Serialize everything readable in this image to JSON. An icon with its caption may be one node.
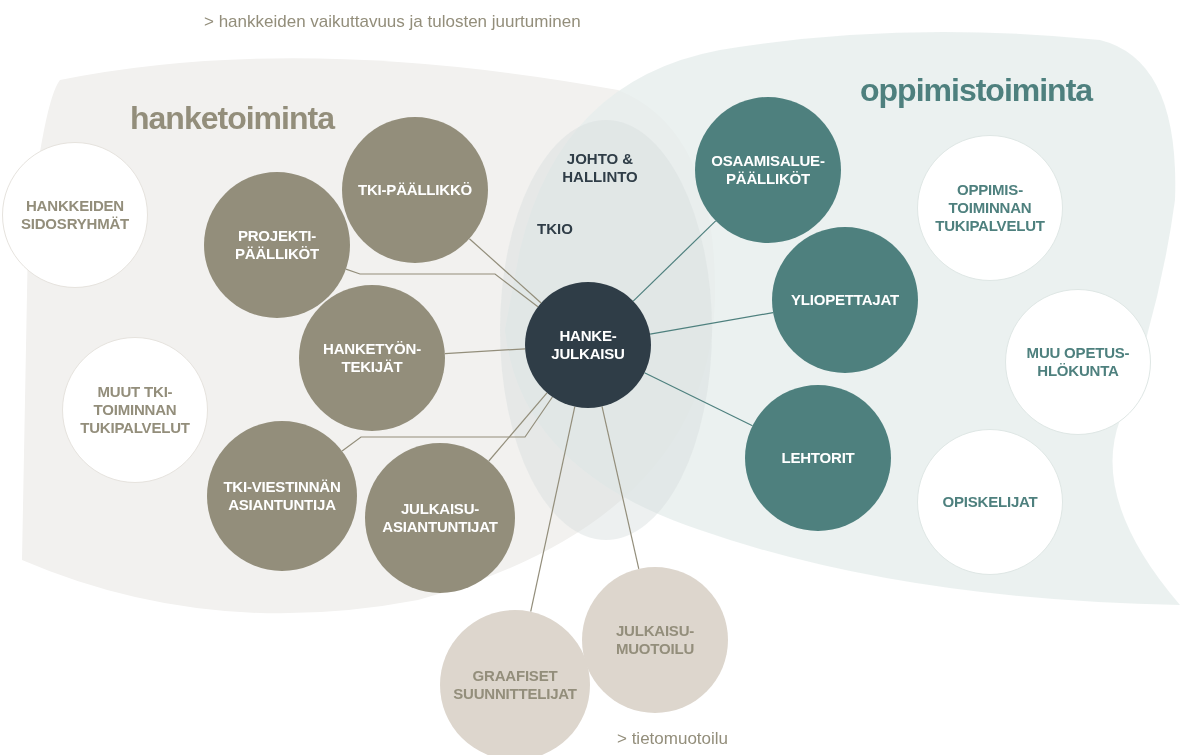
{
  "diagram": {
    "nodes": [
      {
        "text": [
          "hanketoiminta"
        ]
      },
      {
        "text": [
          "oppimistoiminta"
        ]
      },
      {
        "text": [
          "JOHTO & HALLINTO",
          "TKIO"
        ]
      },
      {
        "text": [
          "HANKE- JULKAISU"
        ],
        "in": 2
      },
      {
        "text": [
          "HANKKEIDEN SIDOSRYHMÄT"
        ]
      },
      {
        "text": [
          "TKI-PÄÄLLIKKÖ"
        ],
        "in": 0
      },
      {
        "text": [
          "PROJEKTI- PÄÄLLIKÖT"
        ],
        "in": 0
      },
      {
        "text": [
          "HANKETYÖN- TEKIJÄT"
        ],
        "in": 0
      },
      {
        "text": [
          "MUUT TKI-TOIMINNAN TUKIPALVELUT"
        ],
        "in": 0
      },
      {
        "text": [
          "TKI-VIESTINNÄN ASIANTUNTIJA"
        ],
        "in": 0
      },
      {
        "text": [
          "JULKAISU- ASIANTUNTIJAT"
        ],
        "in": 0
      },
      {
        "text": [
          "OSAAMISALUE- PÄÄLLIKÖT"
        ],
        "in": 1
      },
      {
        "text": [
          "OPPIMIS- TOIMINNAN TUKIPALVELUT"
        ],
        "in": 1
      },
      {
        "text": [
          "YLIOPETTAJAT"
        ],
        "in": 1
      },
      {
        "text": [
          "MUU OPETUS- HLÖKUNTA"
        ],
        "in": 1
      },
      {
        "text": [
          "LEHTORIT"
        ],
        "in": 1
      },
      {
        "text": [
          "OPISKELIJAT"
        ],
        "in": 1
      },
      {
        "text": [
          "GRAAFISET SUUNNITTELIJAT"
        ]
      },
      {
        "text": [
          "JULKAISU- MUOTOILU"
        ]
      }
    ],
    "edges": [
      {
        "from": 5,
        "to": 3,
        "arrow": "none"
      },
      {
        "from": 6,
        "to": 3,
        "arrow": "none"
      },
      {
        "from": 7,
        "to": 3,
        "arrow": "none"
      },
      {
        "from": 9,
        "to": 3,
        "arrow": "none"
      },
      {
        "from": 10,
        "to": 3,
        "arrow": "none"
      },
      {
        "from": 17,
        "to": 3,
        "arrow": "none"
      },
      {
        "from": 18,
        "to": 3,
        "arrow": "none"
      },
      {
        "from": 11,
        "to": 3,
        "arrow": "none",
        "color": "#4e807e"
      },
      {
        "from": 13,
        "to": 3,
        "arrow": "none",
        "color": "#4e807e"
      },
      {
        "from": 15,
        "to": 3,
        "arrow": "none",
        "color": "#4e807e"
      }
    ],
    "labels": [
      "> hankkeiden vaikuttavuus ja tulosten juurtuminen",
      "> tietomuotoilu"
    ]
  }
}
